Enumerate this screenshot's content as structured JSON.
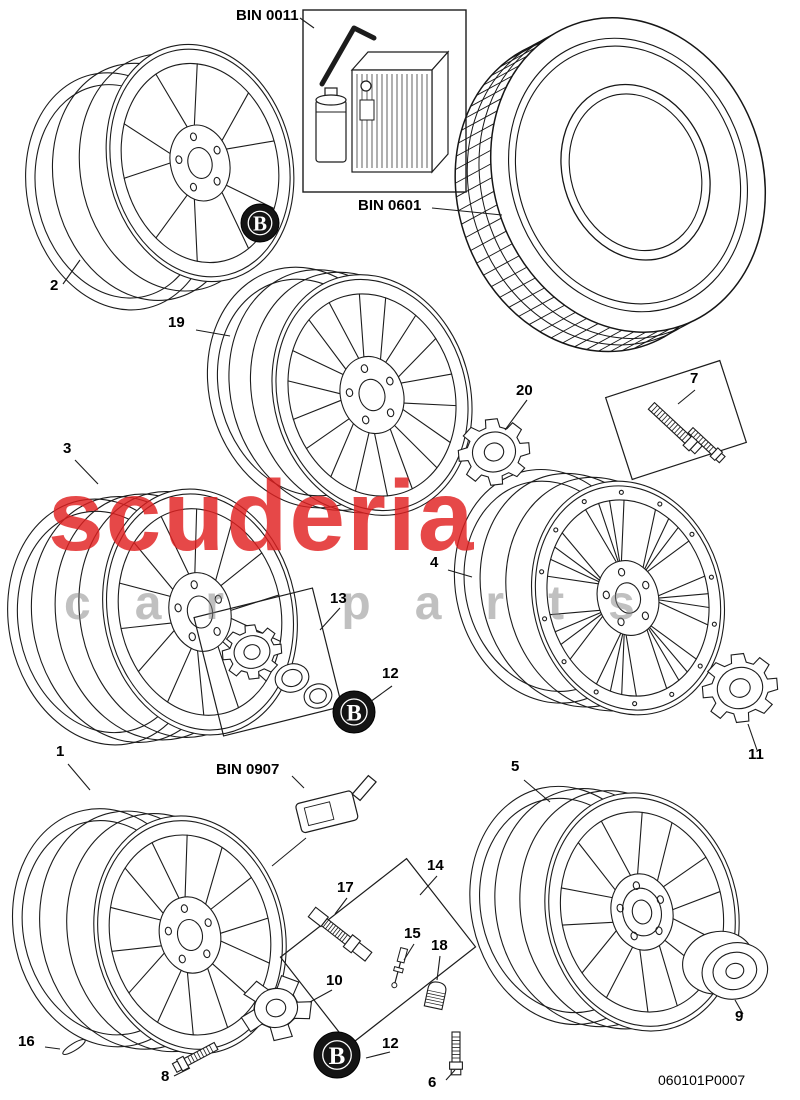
{
  "page": {
    "doc_number": "060101P0007"
  },
  "watermark": {
    "brand": "scuderia",
    "tagline": "car parts"
  },
  "labels": {
    "bin0011": "BIN 0011",
    "bin0601": "BIN 0601",
    "bin0907": "BIN 0907",
    "p1": "1",
    "p2": "2",
    "p3": "3",
    "p4": "4",
    "p5": "5",
    "p6": "6",
    "p7": "7",
    "p8": "8",
    "p9": "9",
    "p10": "10",
    "p11": "11",
    "p12": "12",
    "p13": "13",
    "p14": "14",
    "p15": "15",
    "p16": "16",
    "p17": "17",
    "p18": "18",
    "p19": "19",
    "p20": "20"
  },
  "cap_logo": "B"
}
